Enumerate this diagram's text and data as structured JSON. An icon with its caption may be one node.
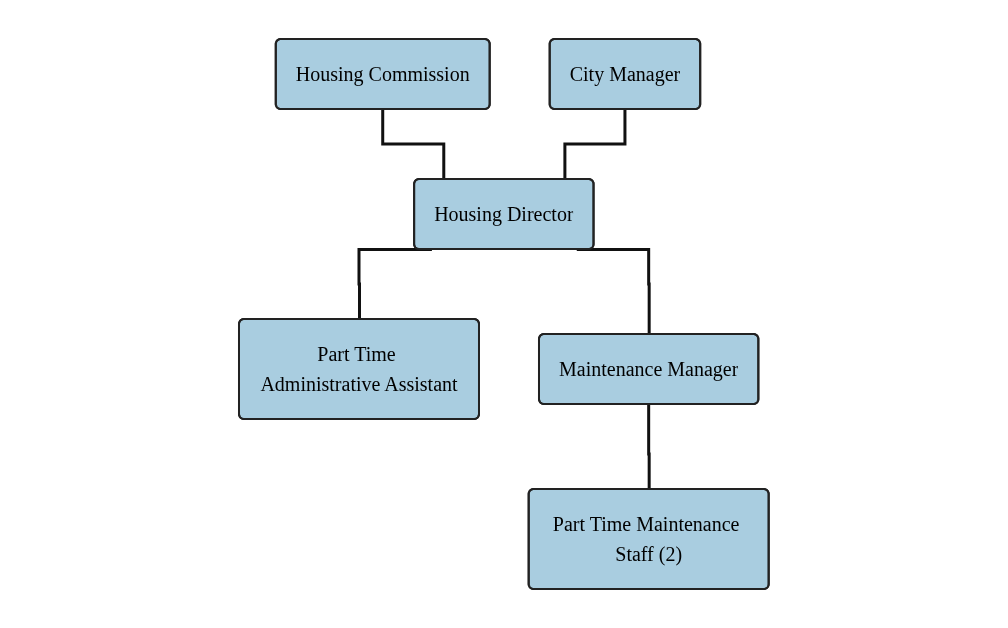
{
  "diagram": {
    "nodes": [
      {
        "text": [
          "Housing Commission"
        ]
      },
      {
        "text": [
          "City Manager"
        ]
      },
      {
        "text": [
          "Housing Director"
        ]
      },
      {
        "text": [
          "Part Time Administrative Assistant"
        ]
      },
      {
        "text": [
          "Maintenance Manager"
        ]
      },
      {
        "text": [
          "Part Time Maintenance Staff (2)"
        ]
      }
    ],
    "edges": [
      {
        "from": 0,
        "to": 2,
        "arrow": "none"
      },
      {
        "from": 1,
        "to": 2,
        "arrow": "none"
      },
      {
        "from": 2,
        "to": 3,
        "arrow": "none"
      },
      {
        "from": 2,
        "to": 4,
        "arrow": "none"
      },
      {
        "from": 4,
        "to": 5,
        "arrow": "none"
      }
    ]
  }
}
